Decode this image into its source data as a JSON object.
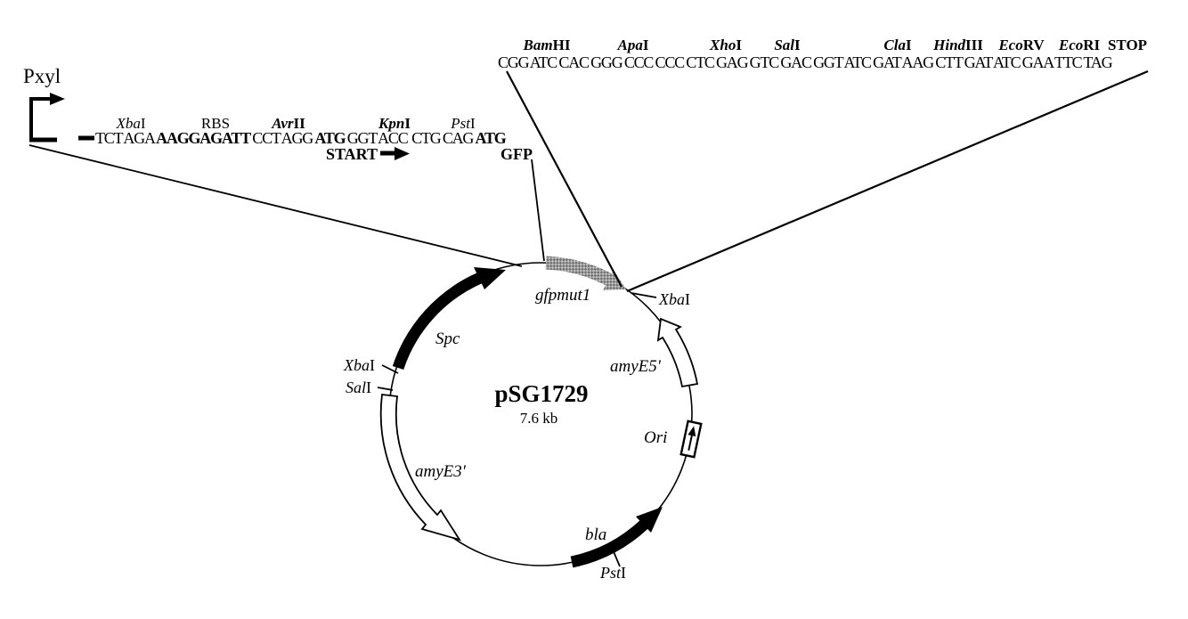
{
  "top_block": {
    "sequence": "CGG ATC CAC GGG CCC CCC CTC GAG GTC GAC GGT ATC GAT AAG CTT GAT ATC GAA TTC TAG",
    "sites": [
      {
        "i": "Bam",
        "r": "HI"
      },
      {
        "i": "Apa",
        "r": "I"
      },
      {
        "i": "Xho",
        "r": "I"
      },
      {
        "i": "Sal",
        "r": "I"
      },
      {
        "i": "Cla",
        "r": "I"
      },
      {
        "i": "Hind",
        "r": "III"
      },
      {
        "i": "Eco",
        "r": "RV"
      },
      {
        "i": "Eco",
        "r": "RI"
      },
      {
        "i": "",
        "r": "STOP"
      }
    ]
  },
  "left_block": {
    "promoter": "Pxyl",
    "labels": [
      {
        "i": "Xba",
        "r": "I"
      },
      {
        "i": "",
        "r": "RBS"
      },
      {
        "i": "Avr",
        "r": "II"
      },
      {
        "i": "Kpn",
        "r": "I"
      },
      {
        "i": "Pst",
        "r": "I"
      }
    ],
    "seq": [
      "TCT AGA ",
      "AAGGAGATT",
      " CCT AGG ",
      "ATG",
      " GGT ACC  CTG CAG ",
      "ATG"
    ],
    "start": "START",
    "gfp": "GFP"
  },
  "plasmid": {
    "name": "pSG1729",
    "size": "7.6 kb",
    "features": {
      "gfp": "gfpmut1",
      "spc": "Spc",
      "amy5": "amyE5'",
      "amy3": "amyE3'",
      "ori": "Ori",
      "bla": "bla"
    },
    "sites": {
      "xba_right": {
        "i": "Xba",
        "r": "I"
      },
      "xba_left": {
        "i": "Xba",
        "r": "I"
      },
      "sal_left": {
        "i": "Sal",
        "r": "I"
      },
      "pst_bottom": {
        "i": "Pst",
        "r": "I"
      }
    }
  },
  "colors": {
    "ink": "#000000",
    "stipple_dark": "#6f6f6f",
    "stipple_light": "#c2c2c2",
    "background": "#ffffff"
  }
}
